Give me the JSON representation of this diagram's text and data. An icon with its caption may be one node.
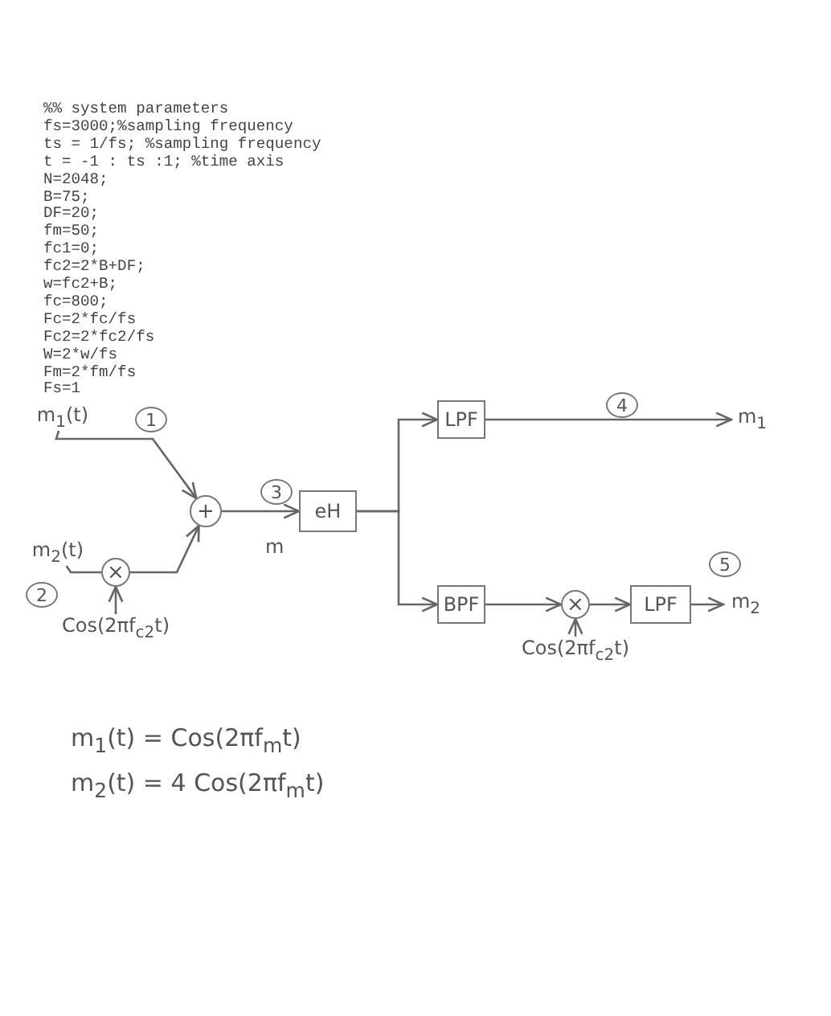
{
  "diagram": {
    "nodes": [
      {
        "text": [
          "m$_{1}$(t)"
        ]
      },
      {
        "text": [
          "m$_{2}$(t)"
        ]
      },
      {
        "text": [
          "×"
        ]
      },
      {
        "text": [
          "Cos(2πf$_{c2}$t)"
        ]
      },
      {
        "text": [
          "+"
        ]
      },
      {
        "text": [
          "eH"
        ]
      },
      {
        "text": [
          "LPF"
        ]
      },
      {
        "text": [
          "BPF"
        ]
      },
      {
        "text": [
          "×"
        ]
      },
      {
        "text": [
          "Cos(2πf$_{c2}$t)"
        ]
      },
      {
        "text": [
          "LPF"
        ]
      },
      {
        "text": [
          "m$_{1}$"
        ]
      },
      {
        "text": [
          "m$_{2}$"
        ]
      }
    ],
    "edges": [
      {
        "from": 0,
        "to": 4,
        "arrow": "to"
      },
      {
        "from": 1,
        "to": 2,
        "arrow": "none"
      },
      {
        "from": 3,
        "to": 2,
        "arrow": "to"
      },
      {
        "from": 2,
        "to": 4,
        "arrow": "to"
      },
      {
        "from": 4,
        "to": 5,
        "arrow": "to"
      },
      {
        "from": 5,
        "to": 6,
        "arrow": "to"
      },
      {
        "from": 5,
        "to": 7,
        "arrow": "to"
      },
      {
        "from": 6,
        "to": 11,
        "arrow": "to"
      },
      {
        "from": 7,
        "to": 8,
        "arrow": "to"
      },
      {
        "from": 9,
        "to": 8,
        "arrow": "to"
      },
      {
        "from": 8,
        "to": 10,
        "arrow": "to"
      },
      {
        "from": 10,
        "to": 12,
        "arrow": "to"
      }
    ],
    "labels": [
      "%% system parameters",
      "fs=3000;%sampling frequency",
      "ts = 1/fs; %sampling frequency",
      "t = -1 : ts :1; %time axis",
      "N=2048;",
      "B=75;",
      "DF=20;",
      "fm=50;",
      "fc1=0;",
      "fc2=2*B+DF;",
      "w=fc2+B;",
      "fc=800;",
      "Fc=2*fc/fs",
      "Fc2=2*fc2/fs",
      "W=2*w/fs",
      "Fm=2*fm/fs",
      "Fs=1",
      "1",
      "4",
      "3",
      "m",
      "2",
      "5",
      "m$_{1}$(t) = Cos(2πf$_{m}$t)",
      "m$_{2}$(t) = 4 Cos(2πf$_{m}$t)"
    ]
  }
}
